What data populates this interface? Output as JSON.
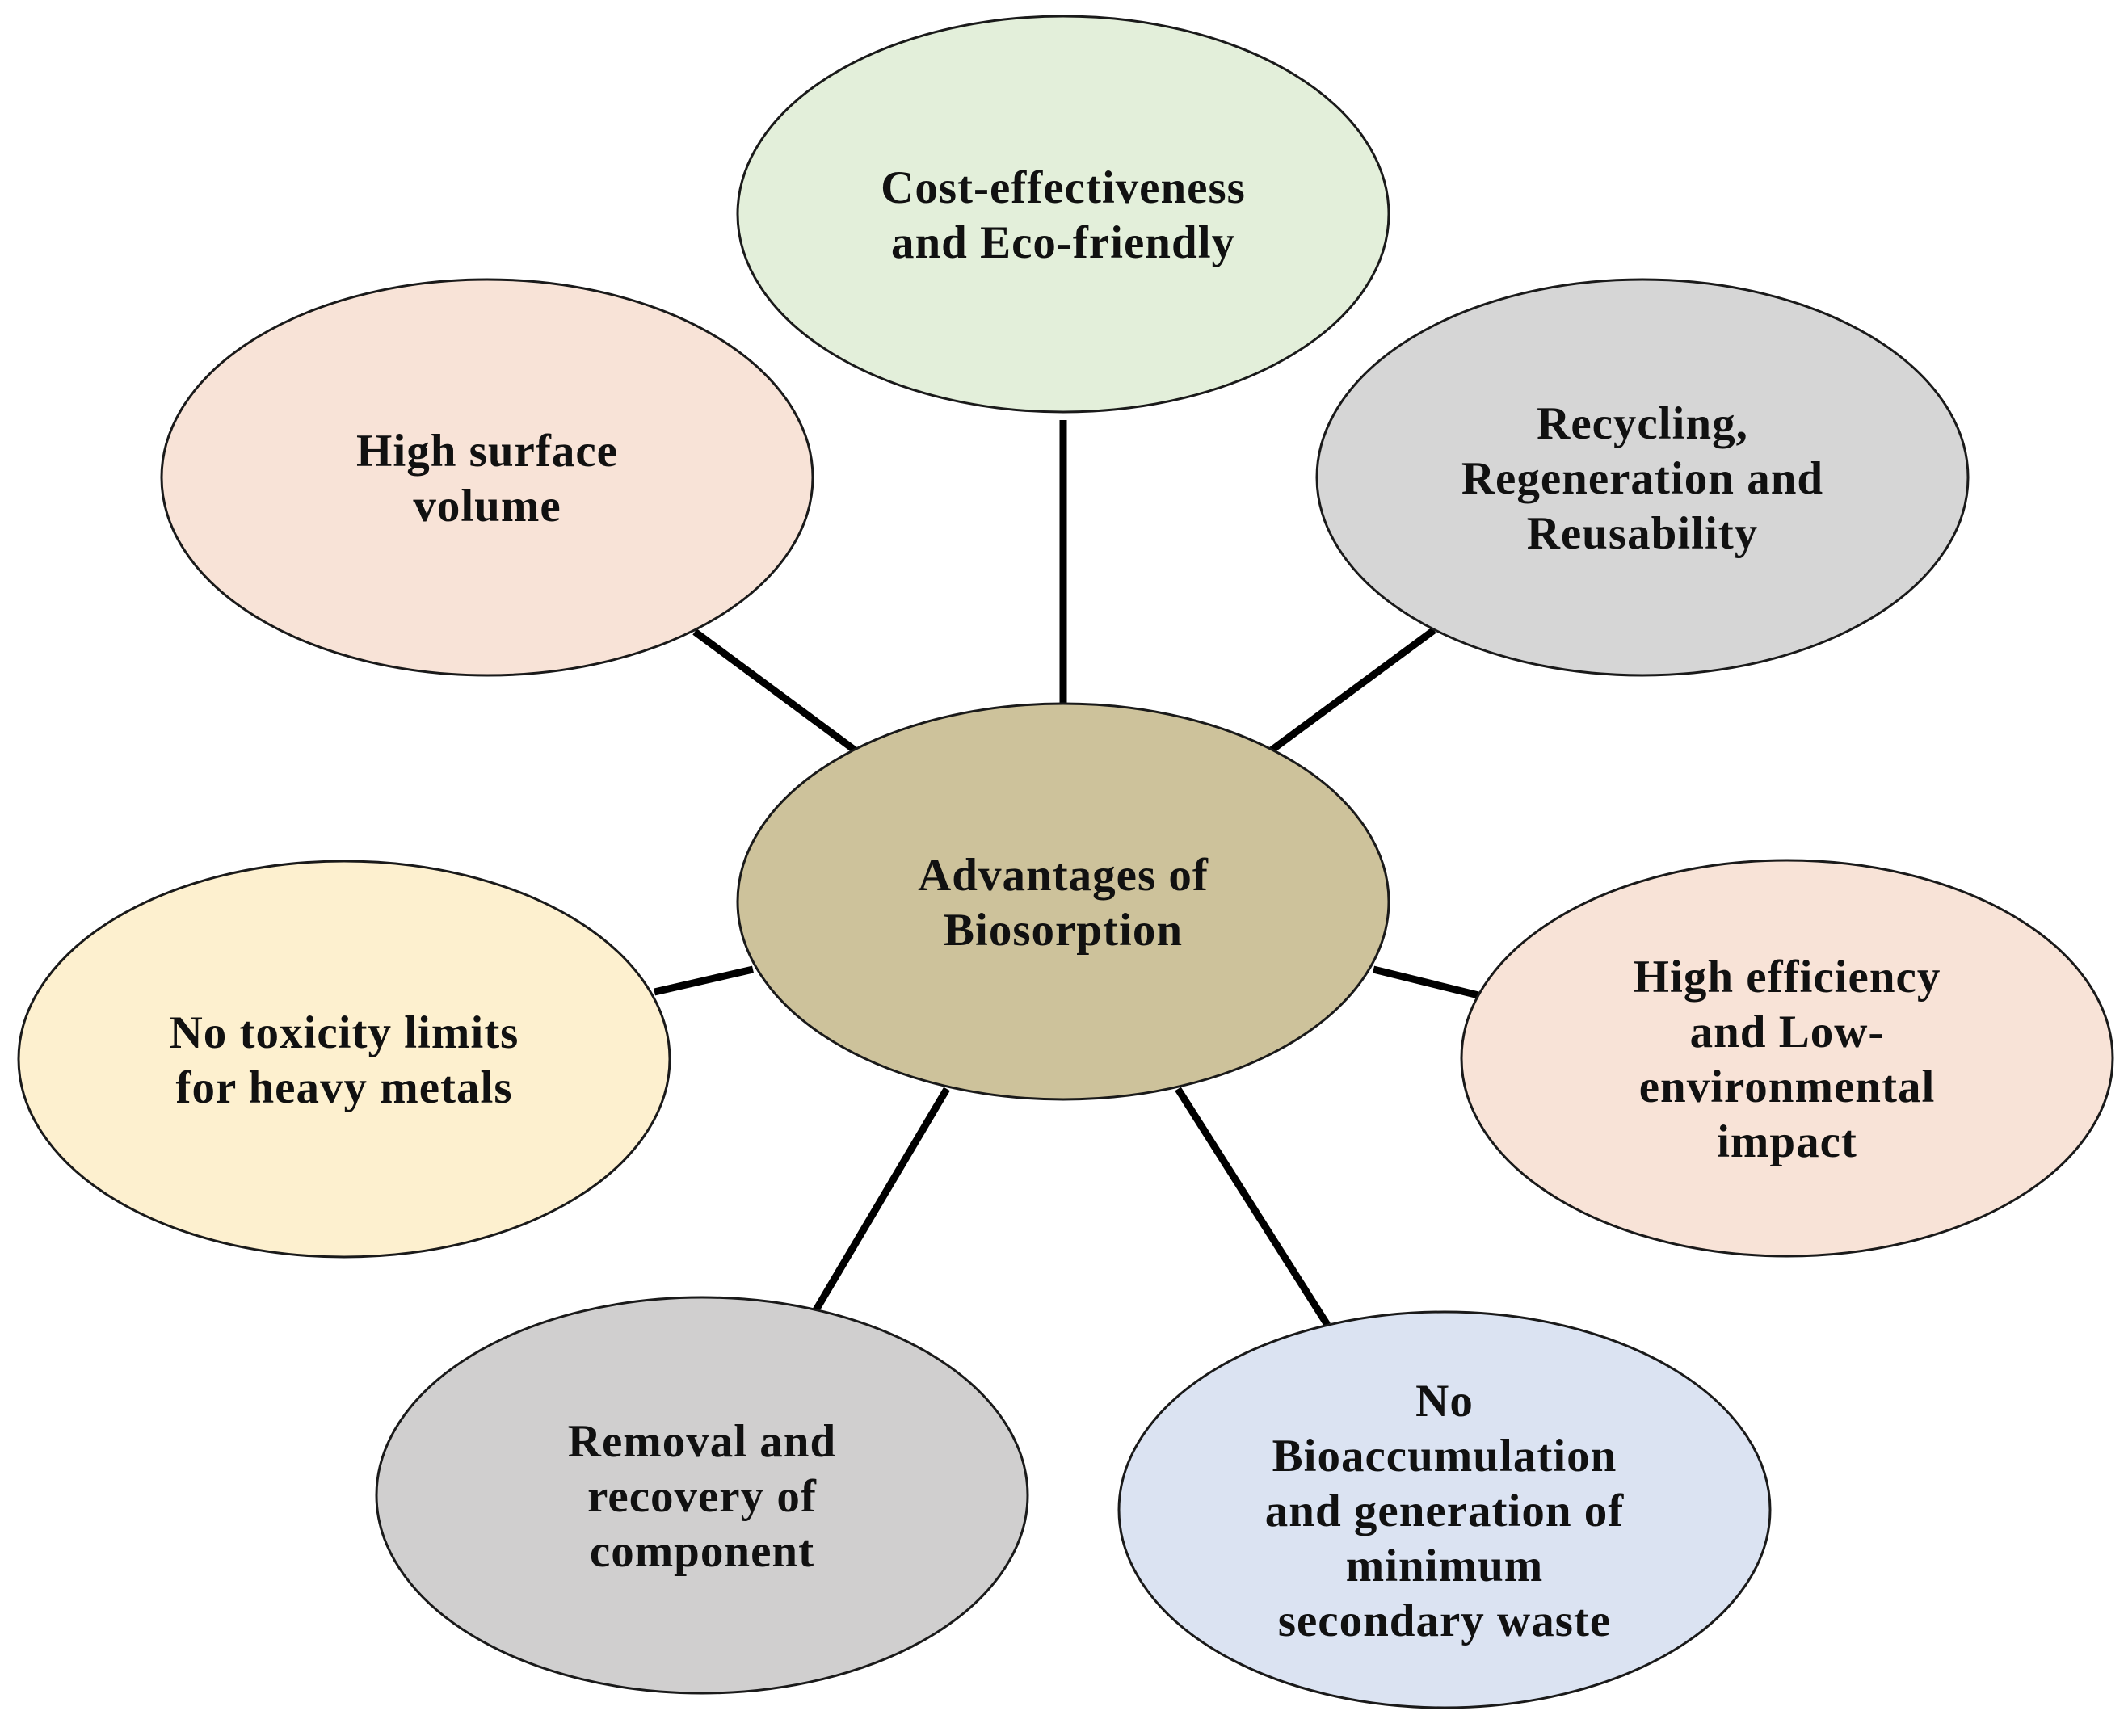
{
  "center": {
    "lines": [
      "Advantages of",
      "Biosorption"
    ],
    "color": "#cdc29b"
  },
  "nodes": [
    {
      "id": "cost-effectiveness",
      "lines": [
        "Cost-effectiveness",
        "and Eco-friendly"
      ],
      "color": "#e3efda"
    },
    {
      "id": "recycling",
      "lines": [
        "Recycling,",
        "Regeneration and",
        "Reusability"
      ],
      "color": "#d6d6d6"
    },
    {
      "id": "high-efficiency",
      "lines": [
        "High efficiency",
        "and Low-",
        "environmental",
        "impact"
      ],
      "color": "#f8e3d7"
    },
    {
      "id": "no-bioaccumulation",
      "lines": [
        "No",
        "Bioaccumulation",
        "and generation of",
        "minimum",
        "secondary waste"
      ],
      "color": "#dbe3f2"
    },
    {
      "id": "removal-recovery",
      "lines": [
        "Removal and",
        "recovery of",
        "component"
      ],
      "color": "#d0cfcf"
    },
    {
      "id": "no-toxicity",
      "lines": [
        "No toxicity limits",
        "for heavy metals"
      ],
      "color": "#fdf0cf"
    },
    {
      "id": "high-surface",
      "lines": [
        "High surface",
        "volume"
      ],
      "color": "#f8e3d7"
    }
  ]
}
